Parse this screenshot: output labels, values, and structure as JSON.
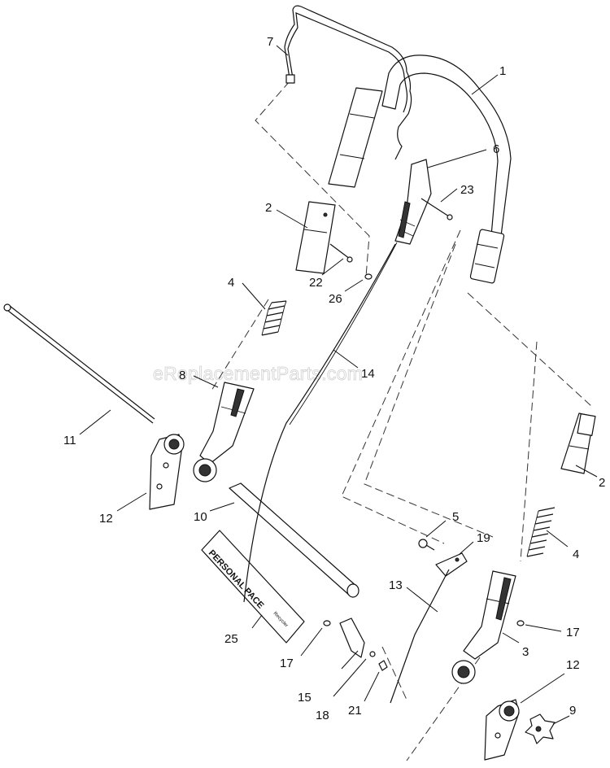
{
  "watermark": "eReplacementParts.com",
  "decal_text": "PERSONAL PACE",
  "decal_subtext": "Recycler",
  "callouts": [
    {
      "id": "c1",
      "label": "1"
    },
    {
      "id": "c2a",
      "label": "2"
    },
    {
      "id": "c2b",
      "label": "2"
    },
    {
      "id": "c3",
      "label": "3"
    },
    {
      "id": "c4a",
      "label": "4"
    },
    {
      "id": "c4b",
      "label": "4"
    },
    {
      "id": "c5",
      "label": "5"
    },
    {
      "id": "c6",
      "label": "6"
    },
    {
      "id": "c7",
      "label": "7"
    },
    {
      "id": "c8",
      "label": "8"
    },
    {
      "id": "c9",
      "label": "9"
    },
    {
      "id": "c10",
      "label": "10"
    },
    {
      "id": "c11",
      "label": "11"
    },
    {
      "id": "c12a",
      "label": "12"
    },
    {
      "id": "c12b",
      "label": "12"
    },
    {
      "id": "c13",
      "label": "13"
    },
    {
      "id": "c14",
      "label": "14"
    },
    {
      "id": "c15",
      "label": "15"
    },
    {
      "id": "c17a",
      "label": "17"
    },
    {
      "id": "c17b",
      "label": "17"
    },
    {
      "id": "c18",
      "label": "18"
    },
    {
      "id": "c19",
      "label": "19"
    },
    {
      "id": "c21",
      "label": "21"
    },
    {
      "id": "c22",
      "label": "22"
    },
    {
      "id": "c23",
      "label": "23"
    },
    {
      "id": "c25",
      "label": "25"
    },
    {
      "id": "c26",
      "label": "26"
    }
  ]
}
